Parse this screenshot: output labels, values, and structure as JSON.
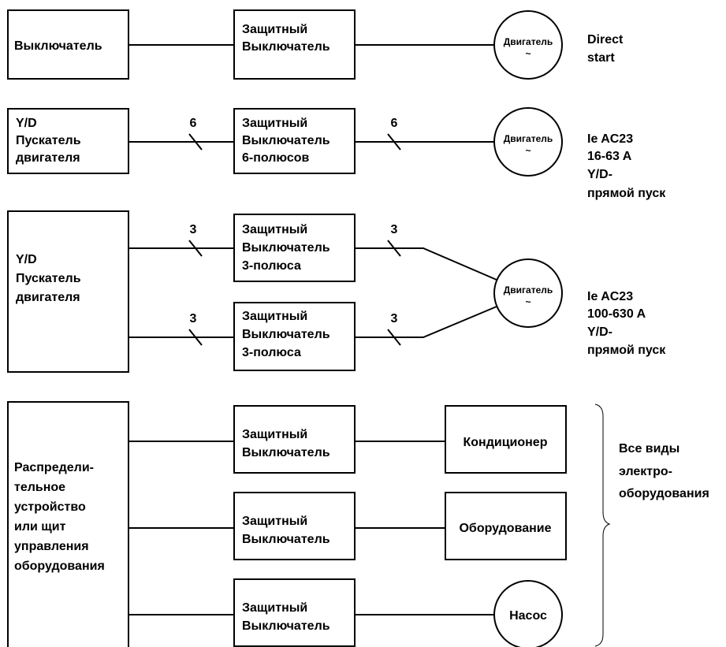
{
  "colors": {
    "stroke": "#000000",
    "background": "#ffffff"
  },
  "direct_start": {
    "switch_label": "Выключатель",
    "breaker_lines": [
      "Защитный",
      "Выключатель"
    ],
    "motor_lines": [
      "Двигатель",
      "~"
    ],
    "note_lines": [
      "Direct",
      "start"
    ]
  },
  "yd_6pole": {
    "starter_lines": [
      "Y/D",
      "Пускатель",
      "двигателя"
    ],
    "pole_count_in": "6",
    "breaker_lines": [
      "Защитный",
      "Выключатель",
      "6-полюсов"
    ],
    "pole_count_out": "6",
    "motor_lines": [
      "Двигатель",
      "~"
    ],
    "note_lines": [
      "Ie AC23",
      "16-63 A",
      "Y/D-",
      "прямой пуск"
    ]
  },
  "yd_3pole": {
    "starter_lines": [
      "Y/D",
      "Пускатель",
      "двигателя"
    ],
    "upper": {
      "pole_count_in": "3",
      "breaker_lines": [
        "Защитный",
        "Выключатель",
        "3-полюса"
      ],
      "pole_count_out": "3"
    },
    "lower": {
      "pole_count_in": "3",
      "breaker_lines": [
        "Защитный",
        "Выключатель",
        "3-полюса"
      ],
      "pole_count_out": "3"
    },
    "motor_lines": [
      "Двигатель",
      "~"
    ],
    "note_lines": [
      "Ie AC23",
      "100-630 A",
      "Y/D-",
      "прямой пуск"
    ]
  },
  "distribution": {
    "panel_lines": [
      "Распредели-",
      "тельное",
      "устройство",
      "или щит",
      "управления",
      "оборудования"
    ],
    "branches": [
      {
        "breaker_lines": [
          "Защитный",
          "Выключатель"
        ],
        "load": "Кондиционер"
      },
      {
        "breaker_lines": [
          "Защитный",
          "Выключатель"
        ],
        "load": "Оборудование"
      },
      {
        "breaker_lines": [
          "Защитный",
          "Выключатель"
        ],
        "load": "Насос"
      }
    ],
    "note_lines": [
      "Все виды",
      "электро-",
      "оборудования"
    ]
  }
}
